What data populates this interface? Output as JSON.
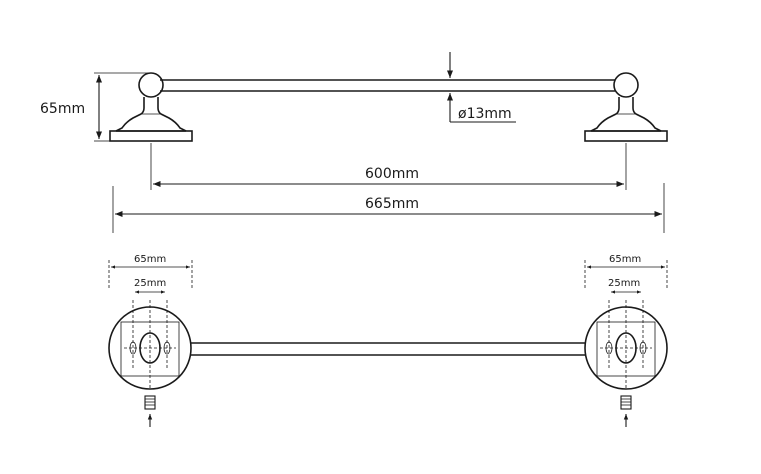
{
  "front_view": {
    "height_label": "65mm",
    "diameter_label": "ø13mm",
    "inner_span_label": "600mm",
    "overall_span_label": "665mm"
  },
  "plan_view": {
    "left": {
      "base_label": "65mm",
      "holes_label": "25mm"
    },
    "right": {
      "base_label": "65mm",
      "holes_label": "25mm"
    }
  }
}
